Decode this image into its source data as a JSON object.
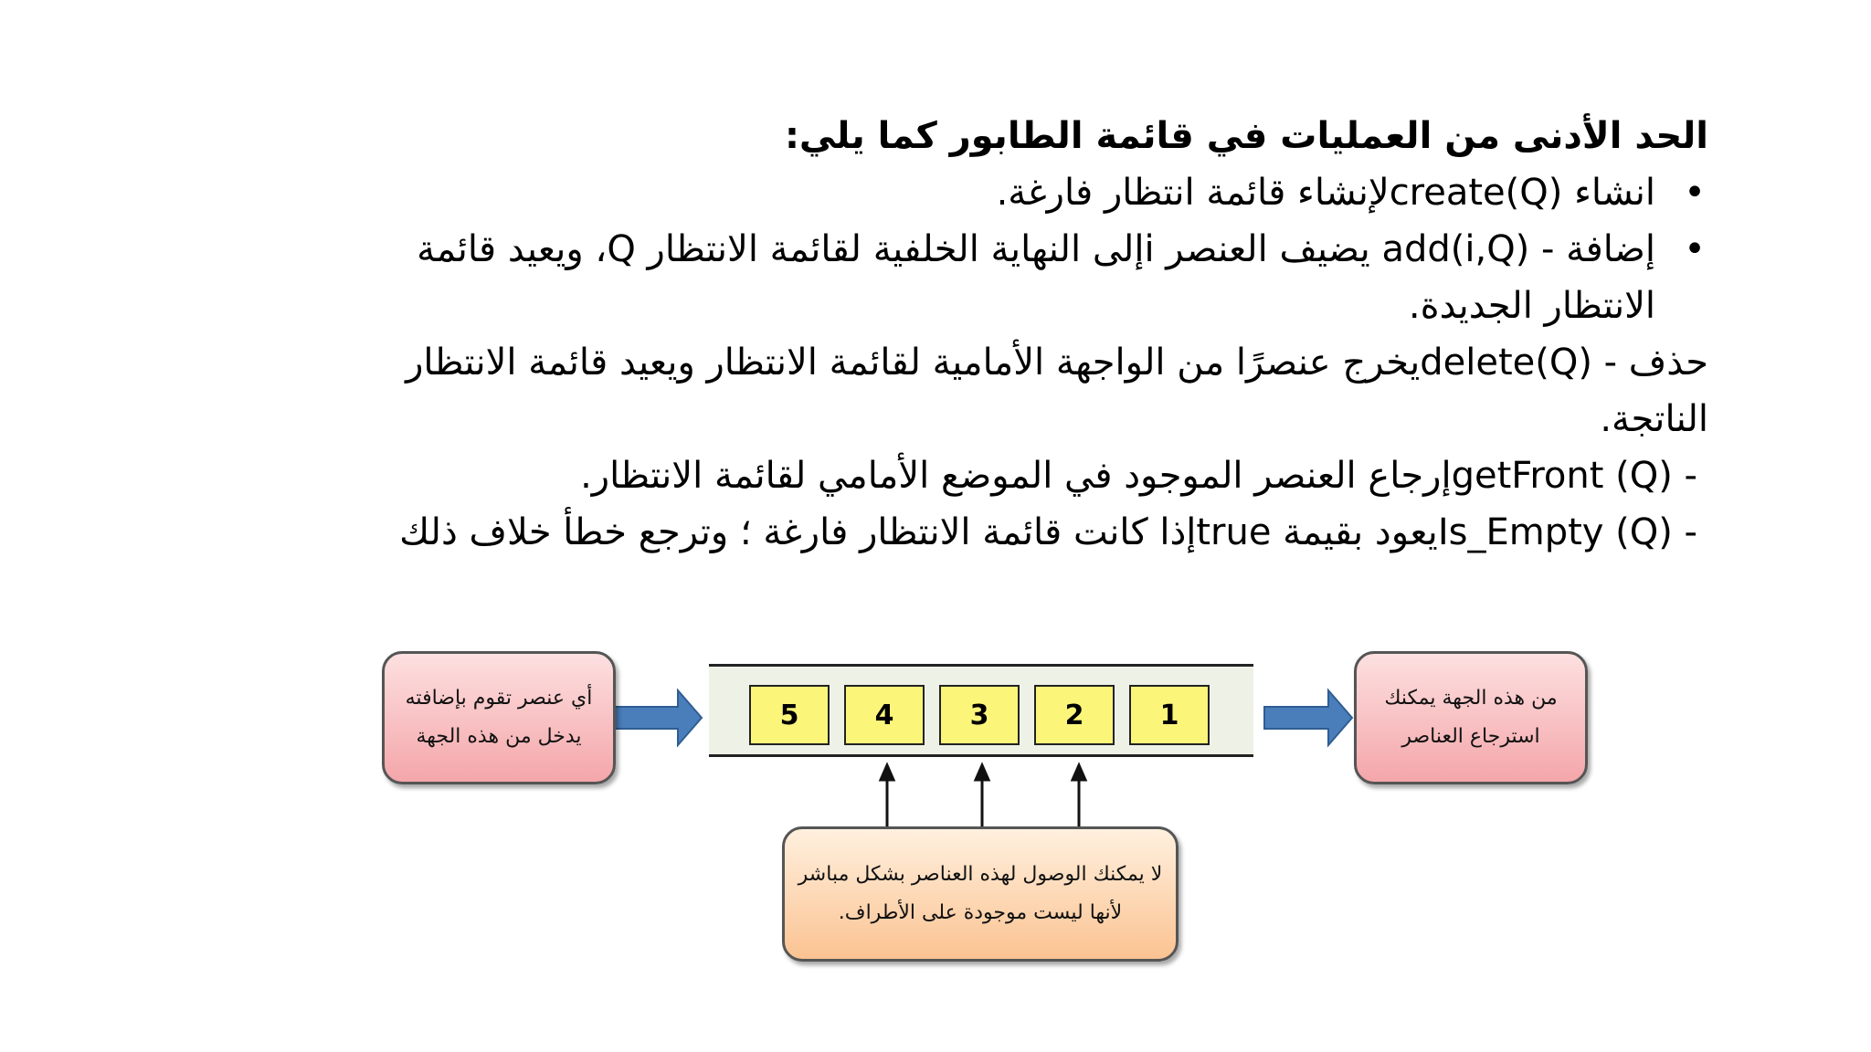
{
  "heading": "الحد الأدنى من العمليات في قائمة الطابور كما يلي:",
  "bullet_char": "•",
  "operations": {
    "create": "انشاء     create(Q)لإنشاء قائمة انتظار فارغة.",
    "add_line1": "إضافة    -  add(i,Q) يضيف العنصر    iإلى النهاية الخلفية لقائمة الانتظار Q، ويعيد قائمة",
    "add_line2": "الانتظار الجديدة.",
    "delete_line1": "حذف  -  delete(Q)يخرج عنصرًا من الواجهة الأمامية لقائمة الانتظار ويعيد قائمة الانتظار",
    "delete_line2": "الناتجة.",
    "getfront": "-  getFront (Q)إرجاع العنصر الموجود في الموضع الأمامي لقائمة الانتظار.",
    "isempty": "-  Is_Empty (Q)يعود بقيمة   trueإذا كانت قائمة الانتظار فارغة ؛ وترجع خطأ خلاف ذلك"
  },
  "diagram": {
    "left_box": [
      "أي عنصر تقوم بإضافته",
      "يدخل من هذه الجهة"
    ],
    "right_box": [
      "من هذه الجهة يمكنك",
      "استرجاع العناصر"
    ],
    "bottom_box": [
      "لا يمكنك الوصول لهذه العناصر بشكل مباشر",
      "لأنها ليست موجودة على الأطراف."
    ],
    "queue_items": [
      "5",
      "4",
      "3",
      "2",
      "1"
    ],
    "colors": {
      "pink_box": "#f4a6aa",
      "orange_box": "#fbc392",
      "queue_cell": "#fbf57a",
      "arrow_blue": "#4a7ebb"
    }
  }
}
